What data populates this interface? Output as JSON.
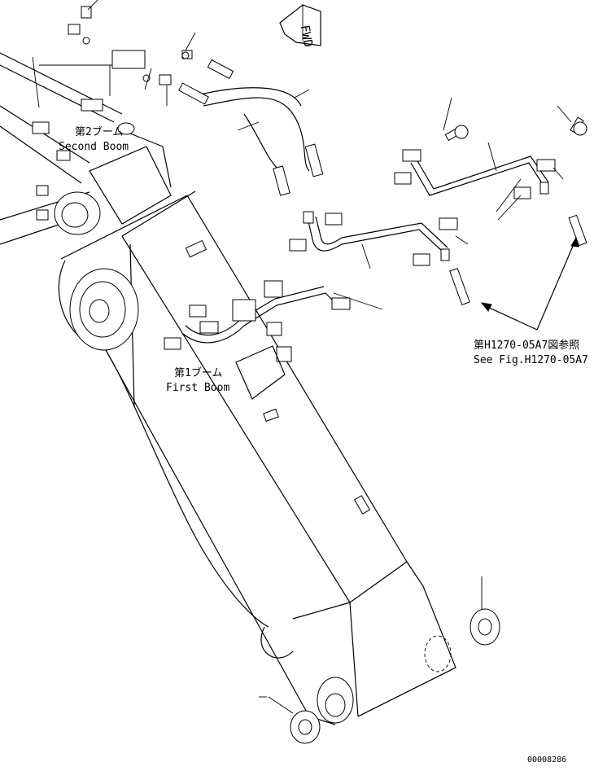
{
  "labels": {
    "fwd": "FWD",
    "second_boom_jp": "第2ブーム",
    "second_boom_en": "Second Boom",
    "first_boom_jp": "第1ブーム",
    "first_boom_en": "First Boom",
    "ref_jp": "第H1270-05A7図参照",
    "ref_en": "See Fig.H1270-05A7",
    "drawing_number": "00008286"
  }
}
